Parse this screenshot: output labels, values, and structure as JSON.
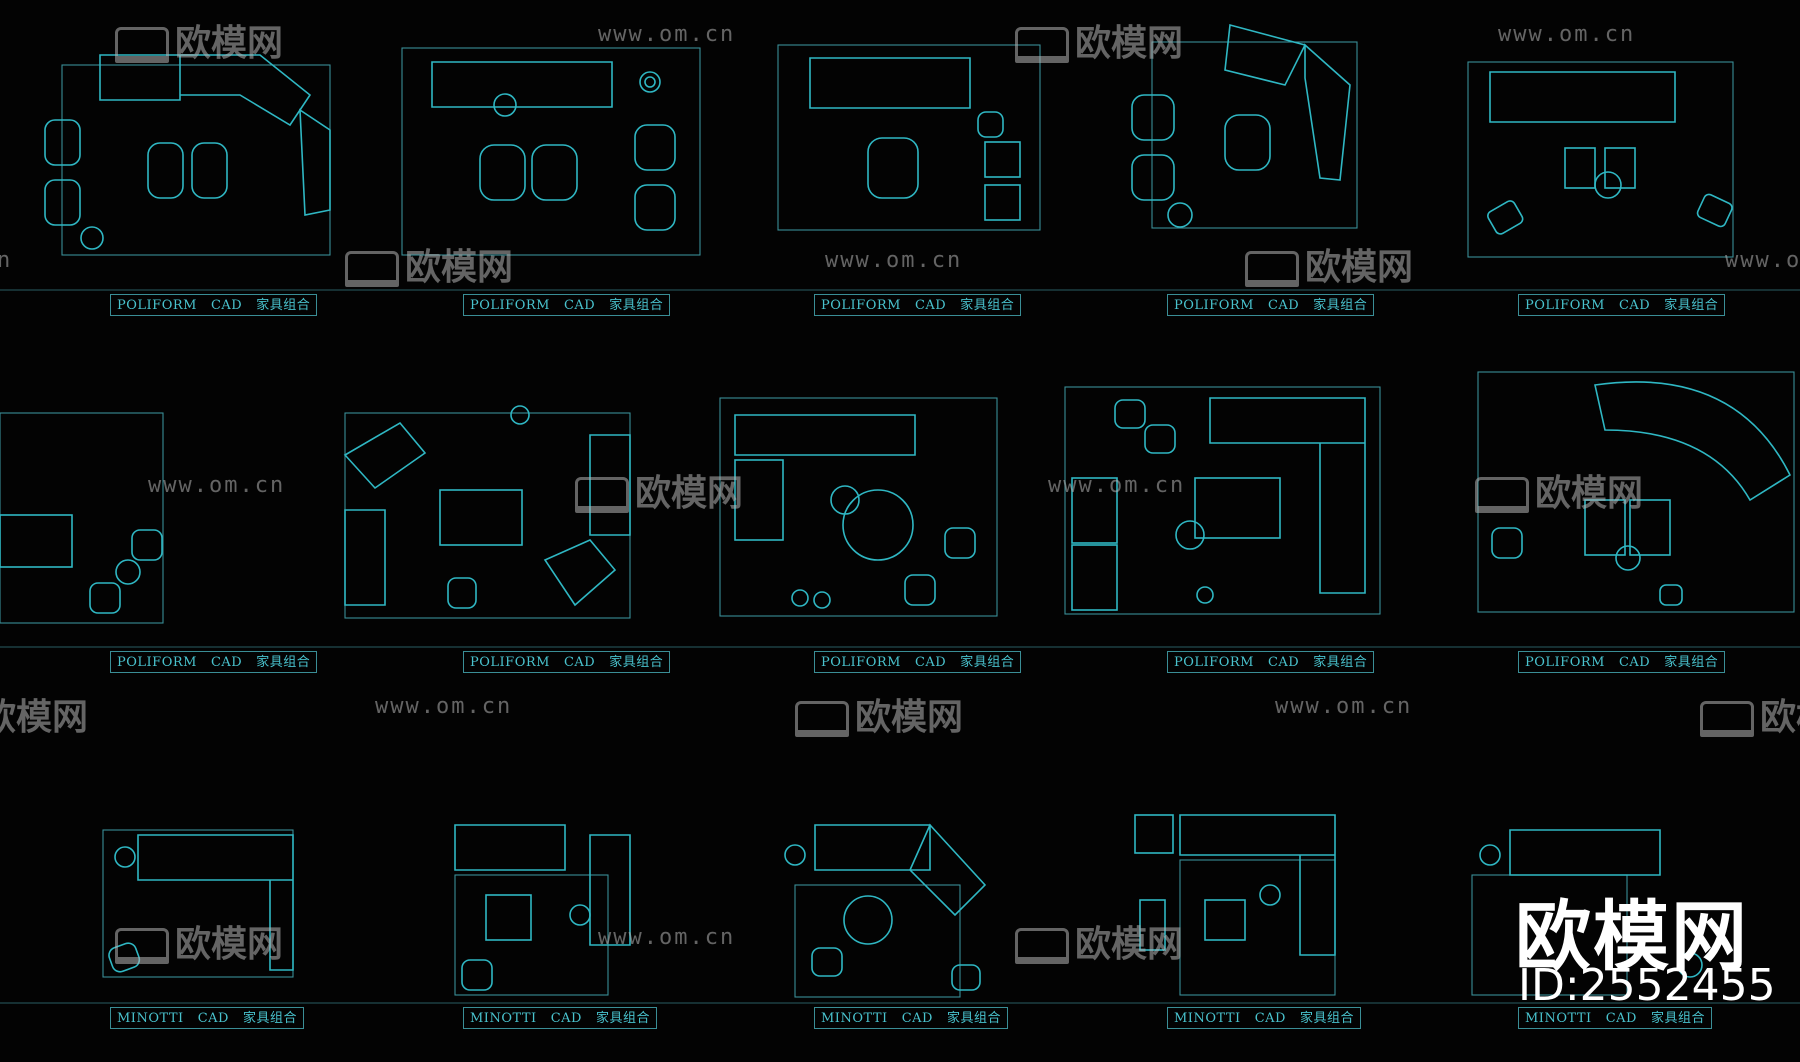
{
  "watermark": {
    "brand": "欧模网",
    "url": "www.om.cn"
  },
  "badge": {
    "title": "欧模网",
    "id": "ID:2552455"
  },
  "captions": {
    "row1": [
      [
        "POLIFORM",
        "CAD",
        "家具组合"
      ],
      [
        "POLIFORM",
        "CAD",
        "家具组合"
      ],
      [
        "POLIFORM",
        "CAD",
        "家具组合"
      ],
      [
        "POLIFORM",
        "CAD",
        "家具组合"
      ],
      [
        "POLIFORM",
        "CAD",
        "家具组合"
      ]
    ],
    "row2": [
      [
        "POLIFORM",
        "CAD",
        "家具组合"
      ],
      [
        "POLIFORM",
        "CAD",
        "家具组合"
      ],
      [
        "POLIFORM",
        "CAD",
        "家具组合"
      ],
      [
        "POLIFORM",
        "CAD",
        "家具组合"
      ],
      [
        "POLIFORM",
        "CAD",
        "家具组合"
      ]
    ],
    "row3": [
      [
        "MINOTTI",
        "CAD",
        "家具组合"
      ],
      [
        "MINOTTI",
        "CAD",
        "家具组合"
      ],
      [
        "MINOTTI",
        "CAD",
        "家具组合"
      ],
      [
        "MINOTTI",
        "CAD",
        "家具组合"
      ],
      [
        "MINOTTI",
        "CAD",
        "家具组合"
      ]
    ]
  },
  "colors": {
    "background": "#030303",
    "cad_line": "#2fb7c3",
    "watermark": "#b4b4b4",
    "badge_text": "#ffffff"
  }
}
